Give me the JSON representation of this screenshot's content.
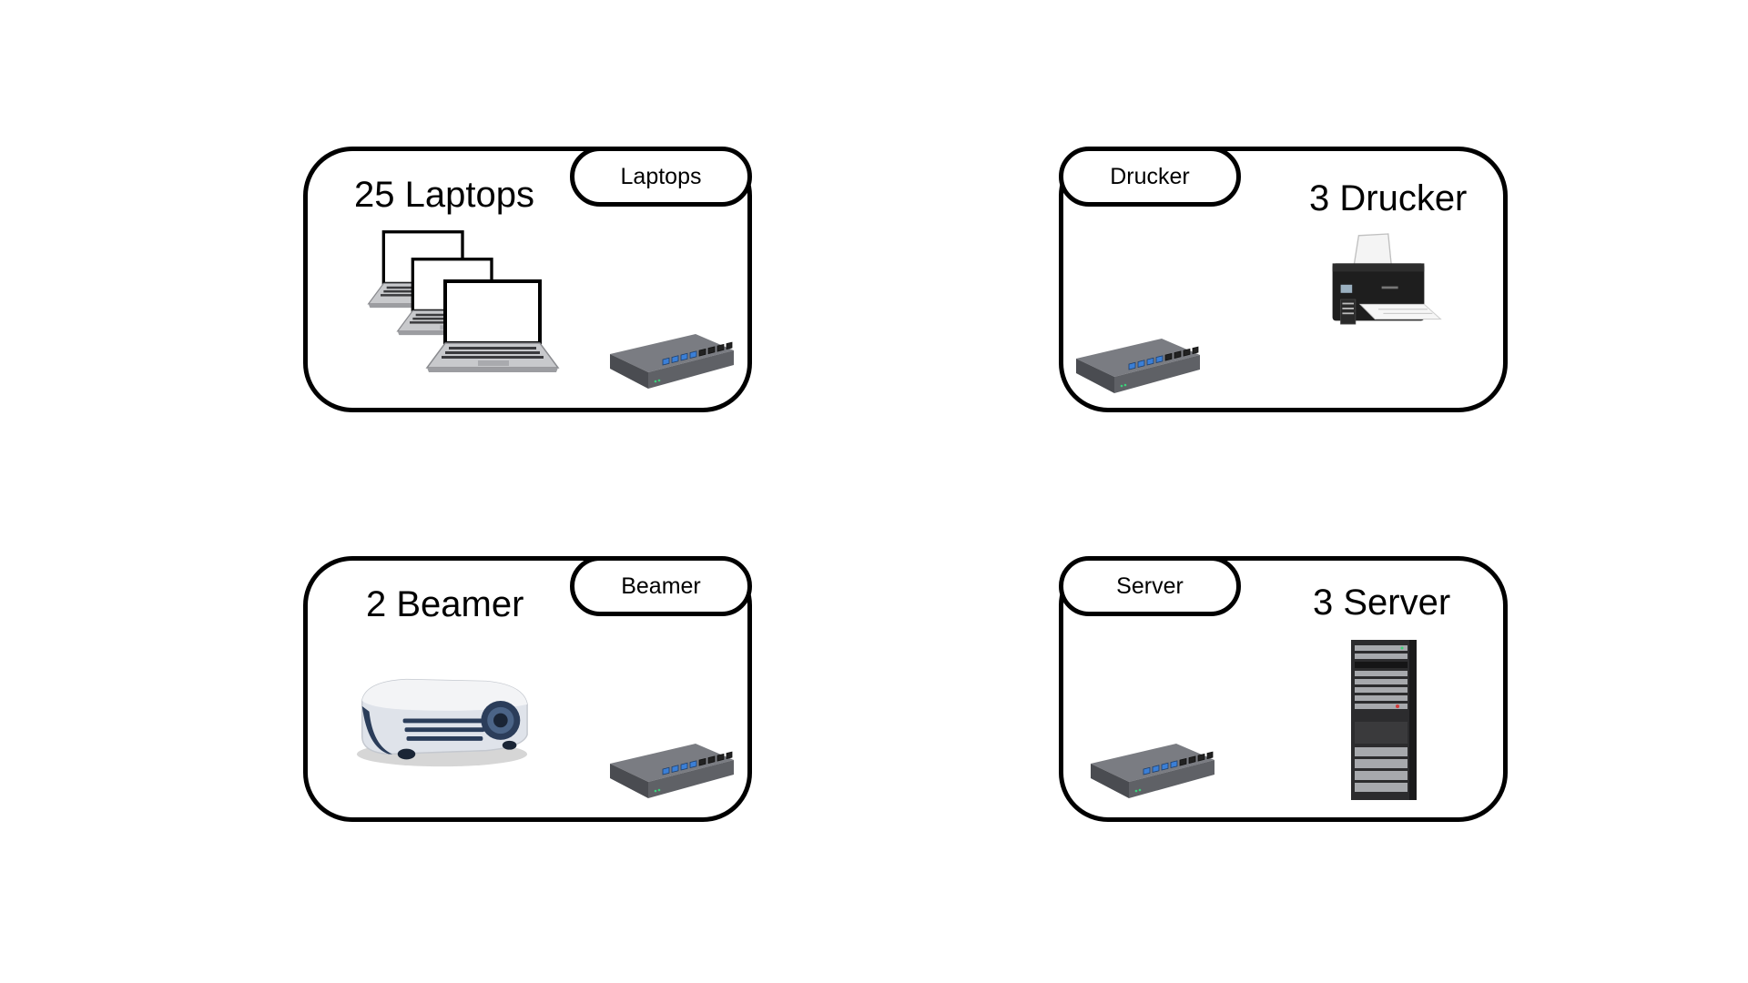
{
  "cards": [
    {
      "tab": "Laptops",
      "title": "25 Laptops",
      "device_icon": "laptops-icon",
      "switch_icon": "network-switch-icon"
    },
    {
      "tab": "Drucker",
      "title": "3 Drucker",
      "device_icon": "printer-icon",
      "switch_icon": "network-switch-icon"
    },
    {
      "tab": "Beamer",
      "title": "2 Beamer",
      "device_icon": "projector-icon",
      "switch_icon": "network-switch-icon"
    },
    {
      "tab": "Server",
      "title": "3 Server",
      "device_icon": "server-rack-icon",
      "switch_icon": "network-switch-icon"
    }
  ],
  "colors": {
    "border": "#000000",
    "switch_body": "#5f6166",
    "switch_ports": "#3b7fd6",
    "printer_body": "#1e1e1e",
    "projector_body": "#dfe3ea",
    "projector_accent": "#2b3d5a"
  }
}
